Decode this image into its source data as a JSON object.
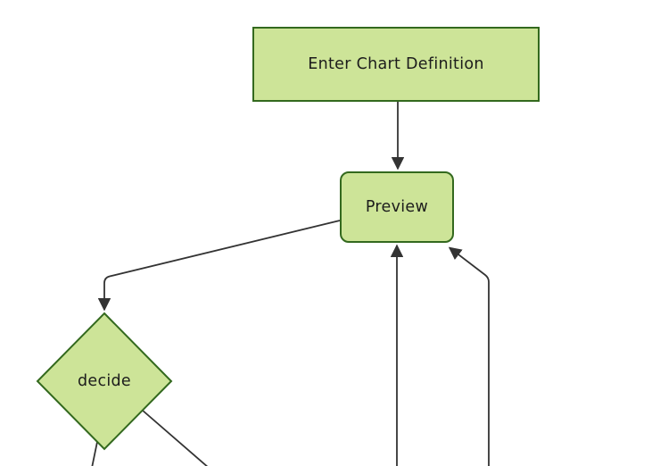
{
  "diagram": {
    "type": "flowchart",
    "direction": "top-down",
    "background_color": "#ffffff",
    "node_fill_color": "#cde498",
    "node_border_color": "#33691e",
    "edge_color": "#333333",
    "text_color": "#1c1c1c",
    "nodes": [
      {
        "id": "enter-chart-definition",
        "label": "Enter Chart Definition",
        "shape": "rectangle"
      },
      {
        "id": "preview",
        "label": "Preview",
        "shape": "rounded-rectangle"
      },
      {
        "id": "decide",
        "label": "decide",
        "shape": "diamond"
      }
    ],
    "edges": [
      {
        "from": "enter-chart-definition",
        "to": "preview",
        "arrowhead": true
      },
      {
        "from": "preview",
        "to": "decide",
        "arrowhead": true
      },
      {
        "from": "decide",
        "to": "offscreen-bottom-left",
        "arrowhead": false
      },
      {
        "from": "decide",
        "to": "offscreen-bottom-right",
        "arrowhead": false
      },
      {
        "from": "offscreen-bottom",
        "to": "preview",
        "arrowhead": true
      },
      {
        "from": "offscreen-bottom-right",
        "to": "preview",
        "arrowhead": true
      }
    ]
  }
}
